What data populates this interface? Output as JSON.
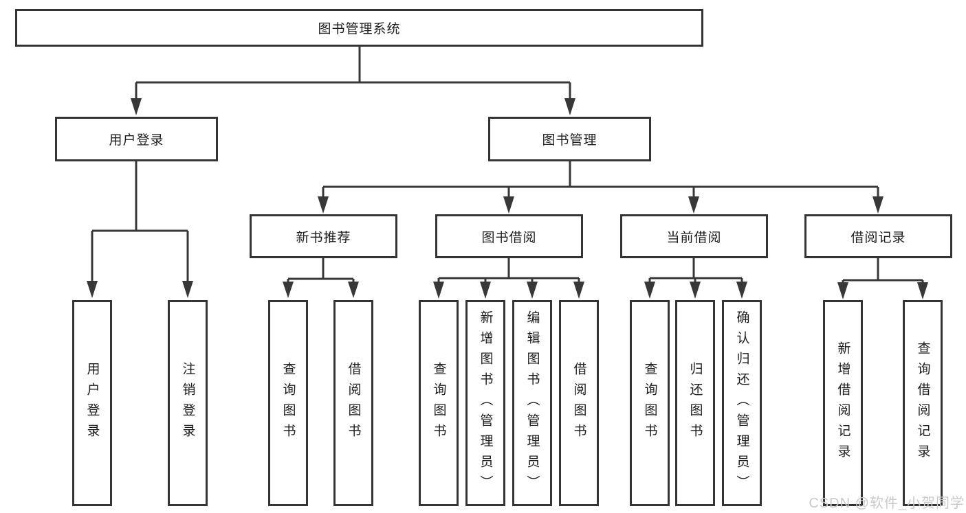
{
  "diagram": {
    "root": {
      "label": "图书管理系统"
    },
    "level1": {
      "user_login": "用户登录",
      "book_mgmt": "图书管理"
    },
    "level2": {
      "new_book": "新书推荐",
      "borrow": "图书借阅",
      "current": "当前借阅",
      "records": "借阅记录"
    },
    "leaves": {
      "user_login_1": "用户登录",
      "user_login_2": "注销登录",
      "new_book_1": "查询图书",
      "new_book_2": "借阅图书",
      "borrow_1": "查询图书",
      "borrow_2": "新增图书（管理员）",
      "borrow_3": "编辑图书（管理员）",
      "borrow_4": "借阅图书",
      "current_1": "查询图书",
      "current_2": "归还图书",
      "current_3": "确认归还（管理员）",
      "records_1": "新增借阅记录",
      "records_2": "查询借阅记录"
    }
  },
  "watermark": "CSDN @软件_小贺同学",
  "colors": {
    "line": "#383838",
    "box_border": "#343434",
    "text": "#1c1c1c",
    "watermark": "#c9c9c9",
    "background": "#ffffff"
  }
}
